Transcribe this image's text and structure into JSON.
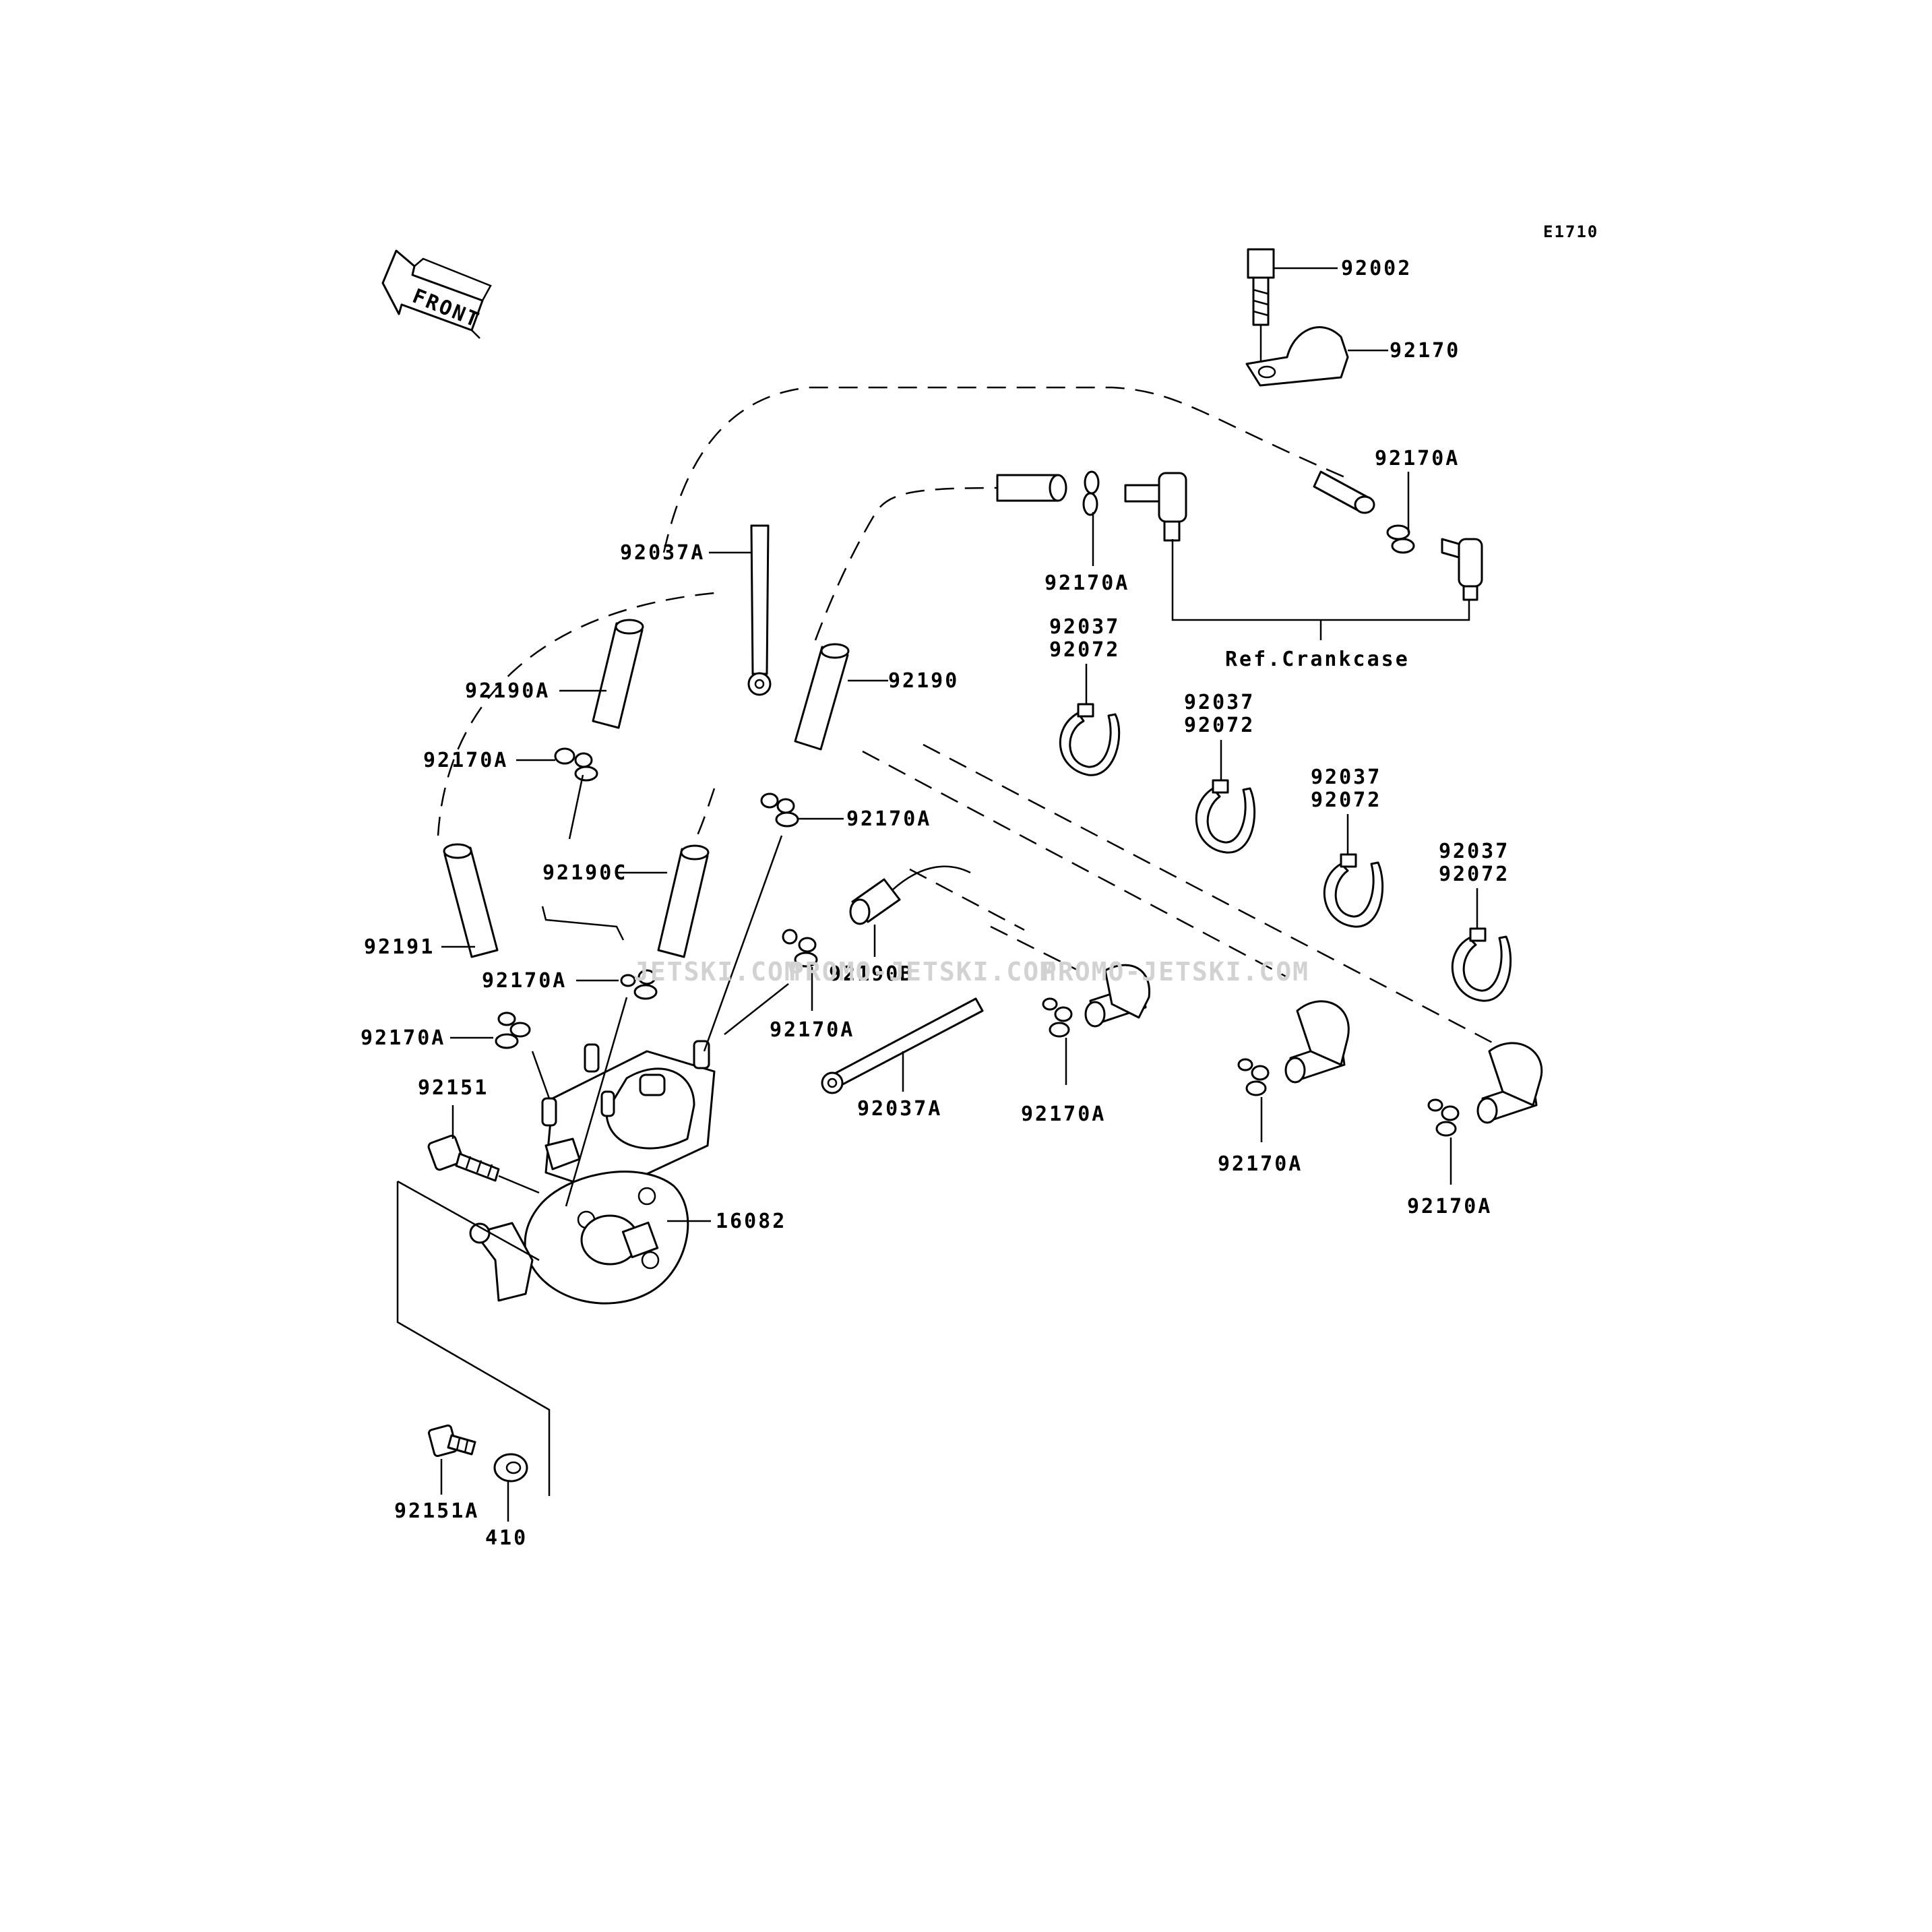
{
  "diagram": {
    "code": "E1710",
    "front_arrow": "FRONT",
    "ref_note": "Ref.Crankcase",
    "watermarks": [
      "JETSKI.COM",
      "PROMO-JETSKI.COM",
      "PROMO-JETSKI.COM"
    ],
    "labels": {
      "p92002": "92002",
      "p92170": "92170",
      "p92170a_r1": "92170A",
      "p92170a_r2": "92170A",
      "p92037a_top": "92037A",
      "p92190": "92190",
      "p92190a": "92190A",
      "p92170a_l1": "92170A",
      "p92170a_m1": "92170A",
      "p92190c": "92190C",
      "p92191": "92191",
      "p92170a_l2": "92170A",
      "p92170a_l3": "92170A",
      "p92151": "92151",
      "p92190b": "92190B",
      "p92170a_m2": "92170A",
      "p92037a_bot": "92037A",
      "p92170a_b1": "92170A",
      "p92170a_b2": "92170A",
      "p92170a_b3": "92170A",
      "p16082": "16082",
      "p92151a": "92151A",
      "p410": "410",
      "clamp1_a": "92037",
      "clamp1_b": "92072",
      "clamp2_a": "92037",
      "clamp2_b": "92072",
      "clamp3_a": "92037",
      "clamp3_b": "92072",
      "clamp4_a": "92037",
      "clamp4_b": "92072"
    }
  }
}
